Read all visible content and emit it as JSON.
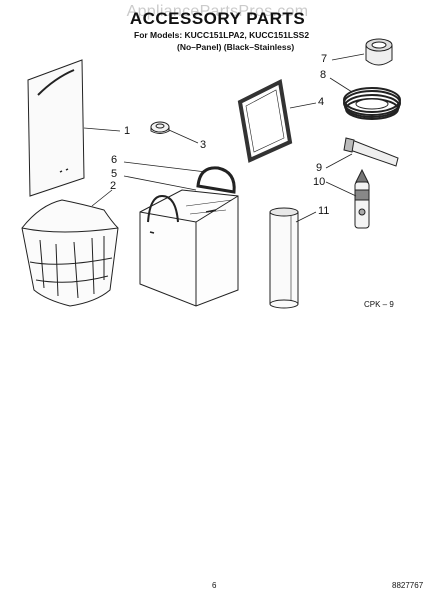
{
  "header": {
    "watermark": "AppliancePartsPros.com",
    "title": "ACCESSORY PARTS",
    "models_line": "For Models: KUCC151LPA2, KUCC151LSS2",
    "panel_line": "(No–Panel)   (Black–Stainless)"
  },
  "callouts": [
    "1",
    "2",
    "3",
    "4",
    "5",
    "6",
    "7",
    "8",
    "9",
    "10",
    "11"
  ],
  "figure_code": "CPK – 9",
  "footer": {
    "page_number": "6",
    "document_number": "8827767"
  }
}
